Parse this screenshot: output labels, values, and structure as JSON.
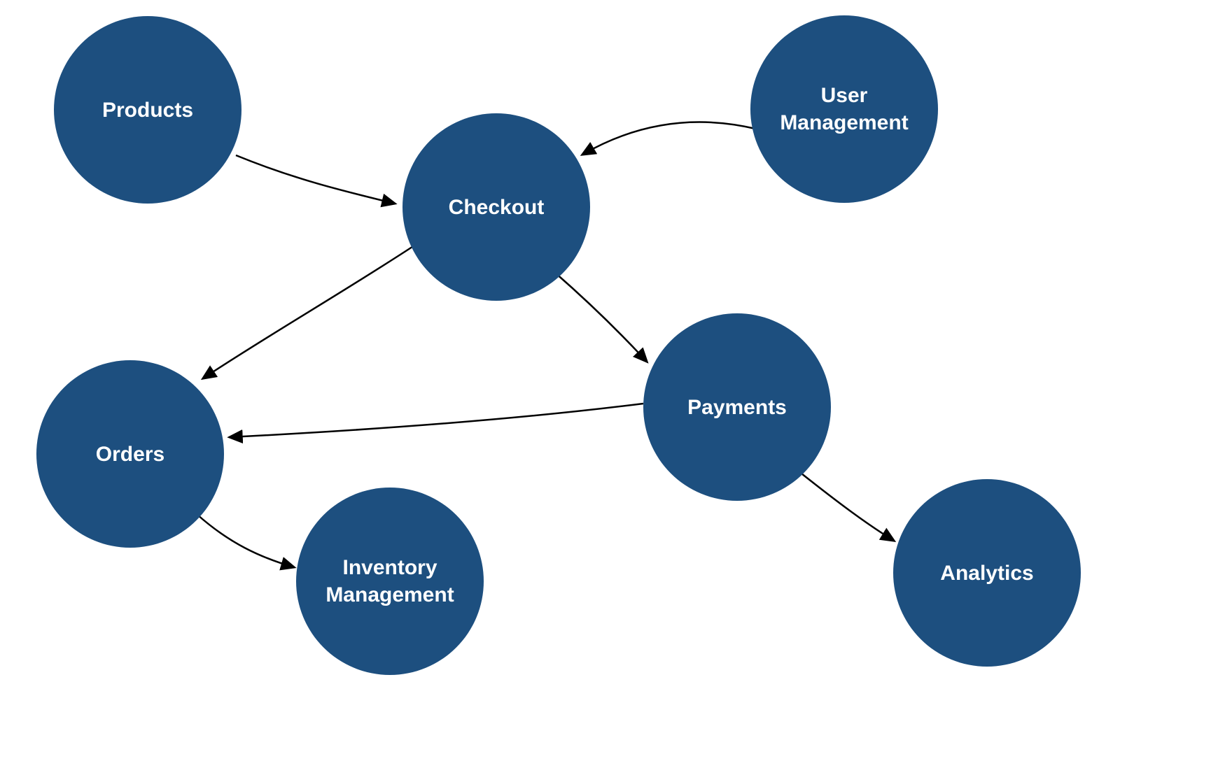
{
  "diagram": {
    "title": "",
    "background_color": "#ffffff",
    "node_color": "#1d4f7f",
    "text_color": "#ffffff",
    "edge_color": "#000000",
    "nodes": [
      {
        "id": "products",
        "label": "Products"
      },
      {
        "id": "user-management",
        "label": "User Management"
      },
      {
        "id": "checkout",
        "label": "Checkout"
      },
      {
        "id": "payments",
        "label": "Payments"
      },
      {
        "id": "orders",
        "label": "Orders"
      },
      {
        "id": "inventory-management",
        "label": "Inventory Management"
      },
      {
        "id": "analytics",
        "label": "Analytics"
      }
    ],
    "edges": [
      {
        "from": "products",
        "to": "checkout"
      },
      {
        "from": "user-management",
        "to": "checkout"
      },
      {
        "from": "checkout",
        "to": "orders"
      },
      {
        "from": "checkout",
        "to": "payments"
      },
      {
        "from": "payments",
        "to": "orders"
      },
      {
        "from": "orders",
        "to": "inventory-management"
      },
      {
        "from": "payments",
        "to": "analytics"
      }
    ]
  }
}
